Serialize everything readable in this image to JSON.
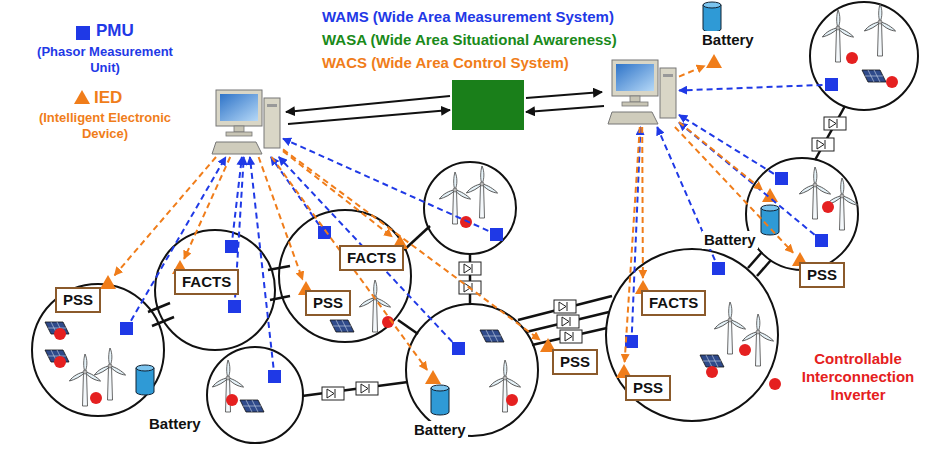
{
  "diagram": {
    "nodes": [
      {
        "text": [
          "PSS"
        ]
      },
      {
        "text": [
          "FACTS"
        ]
      },
      {
        "text": [
          "FACTS"
        ]
      },
      {
        "text": [
          "PSS"
        ]
      },
      {
        "text": [
          "PSS"
        ]
      },
      {
        "text": [
          "FACTS"
        ]
      },
      {
        "text": [
          "PSS"
        ]
      },
      {
        "text": [
          "PSS"
        ]
      }
    ],
    "labels": [
      "WAMS (Wide Area Measurement System)",
      "WASA (Wide Area Situational Awareness)",
      "WACS (Wide Area Control System)",
      "(Phasor Measurement Unit)",
      "(Intelligent Electronic Device)",
      "Battery",
      "Battery",
      "Battery",
      "Battery"
    ],
    "legend": [
      {
        "text": "PMU",
        "color": "#1f39e6"
      },
      {
        "text": "IED"
      },
      {
        "text": "Controllable Interconnection Inverter"
      }
    ]
  }
}
